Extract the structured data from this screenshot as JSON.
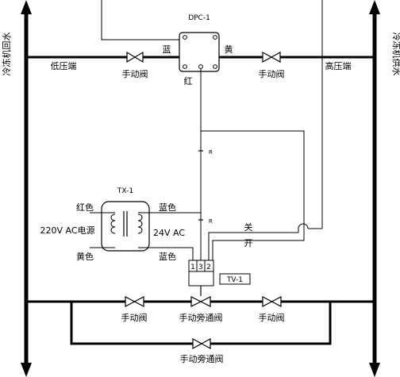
{
  "pipes": {
    "return_water": "冷冻机回水",
    "supply_water": "冷冻机供水"
  },
  "pressure": {
    "low_side": "低压端",
    "high_side": "高压端"
  },
  "dpc": {
    "label": "DPC-1",
    "port_blue": "蓝",
    "port_yellow": "黄",
    "port_red": "红"
  },
  "valves": {
    "manual": "手动阀",
    "manual_bypass": "手动旁通阀"
  },
  "transformer": {
    "label": "TX-1",
    "primary_red": "红色",
    "primary_yellow": "黄色",
    "secondary_blue": "蓝色",
    "input_power": "220V AC电源",
    "output_power": "24V AC"
  },
  "signals": {
    "close": "关",
    "open": "开",
    "resistor": "R"
  },
  "tv": {
    "label": "TV-1",
    "terminal_1": "1",
    "terminal_3": "3",
    "terminal_2": "2"
  }
}
